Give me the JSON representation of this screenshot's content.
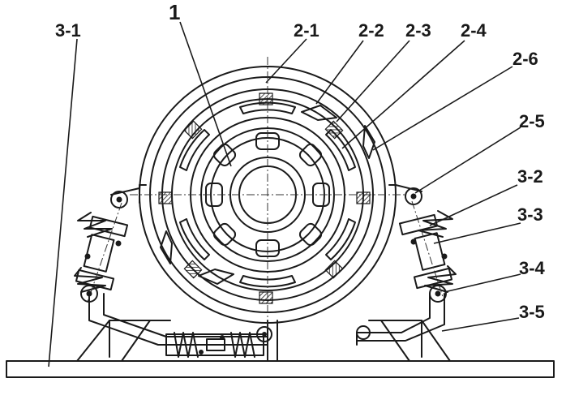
{
  "labels": {
    "l1": "1",
    "l2_1": "2-1",
    "l2_2": "2-2",
    "l2_3": "2-3",
    "l2_4": "2-4",
    "l2_6": "2-6",
    "l2_5": "2-5",
    "l3_1": "3-1",
    "l3_2": "3-2",
    "l3_3": "3-3",
    "l3_4": "3-4",
    "l3_5": "3-5"
  }
}
